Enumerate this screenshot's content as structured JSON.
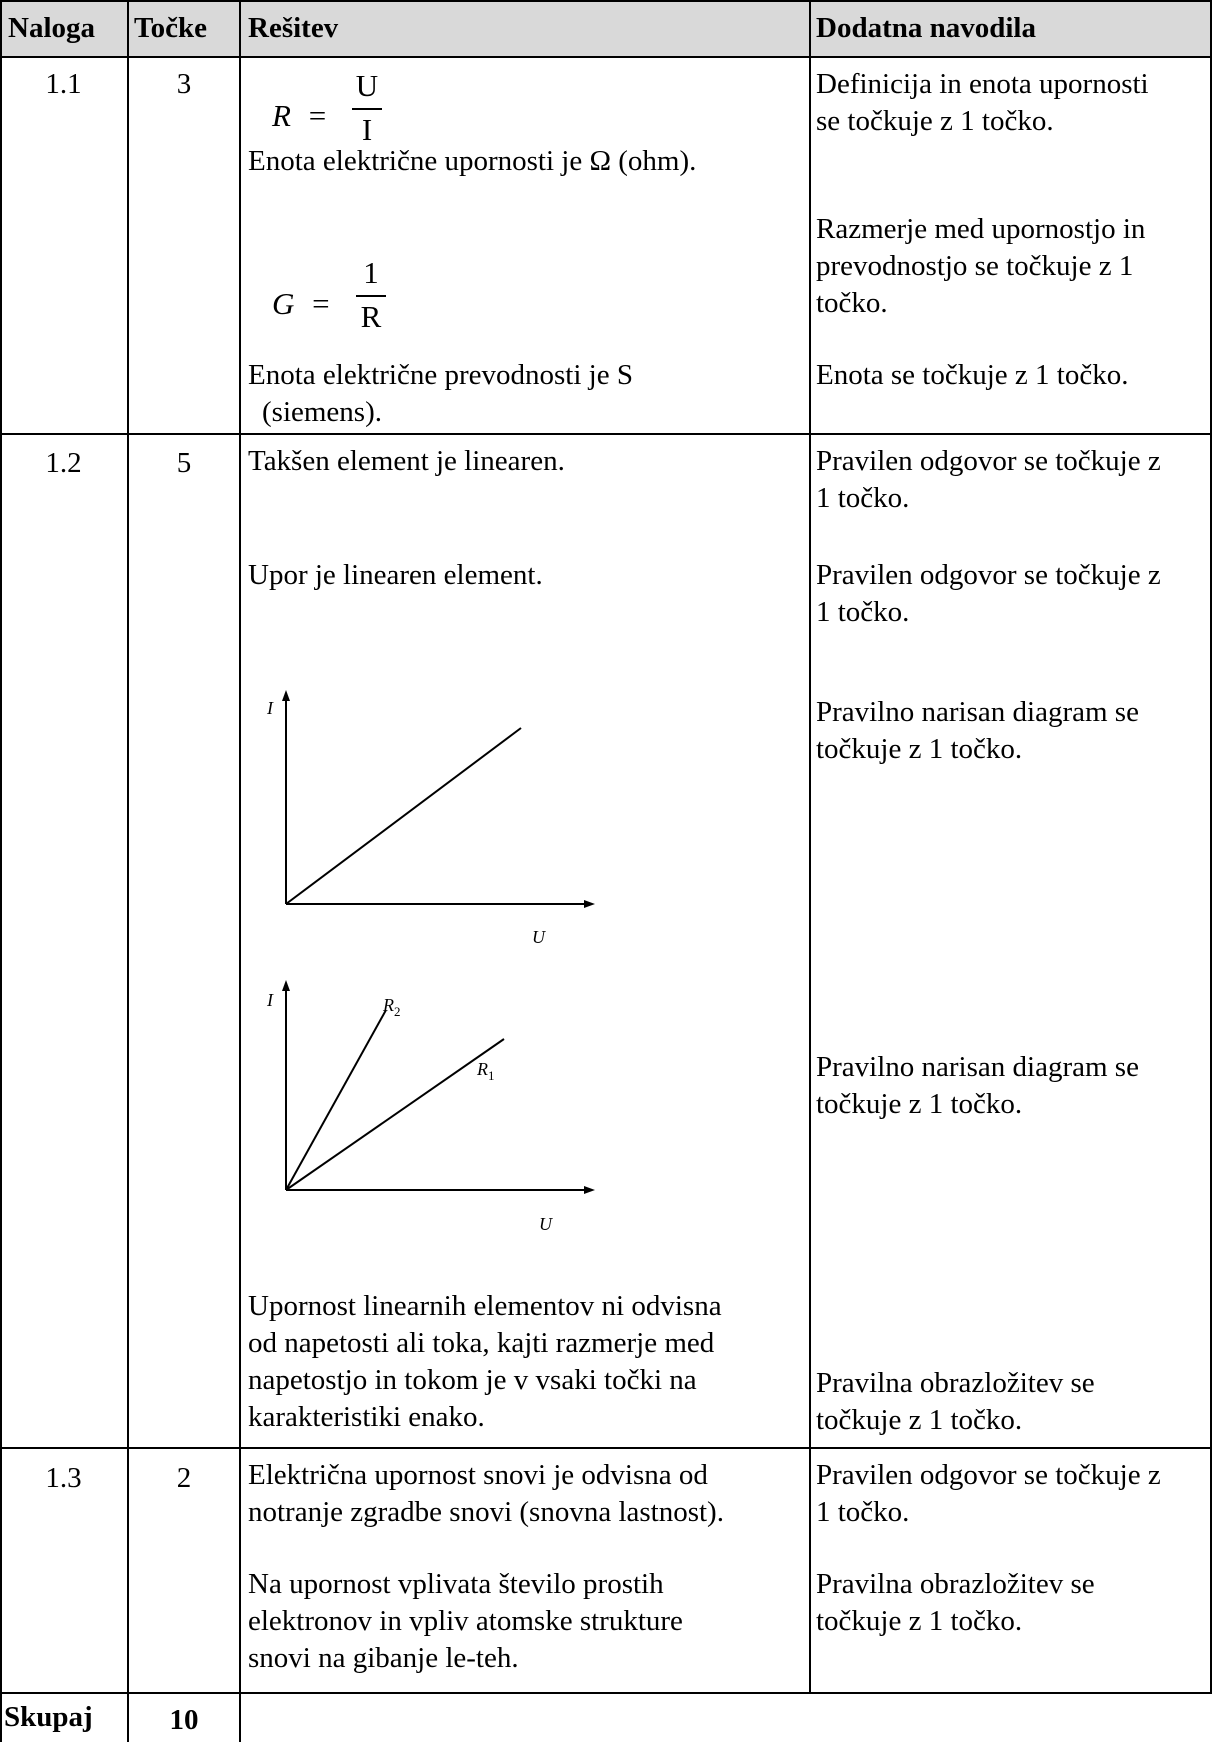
{
  "table": {
    "headers": {
      "task": "Naloga",
      "points": "Točke",
      "solution": "Rešitev",
      "notes": "Dodatna navodila"
    },
    "rows": [
      {
        "task": "1.1",
        "points": "3",
        "formula_r": {
          "lhs": "R",
          "eq": "=",
          "num": "U",
          "den": "I"
        },
        "sol_1": "Enota električne upornosti je Ω (ohm).",
        "formula_g": {
          "lhs": "G",
          "eq": "=",
          "num": "1",
          "den": "R"
        },
        "sol_2_line1": "Enota električne prevodnosti je S",
        "sol_2_line2": "(siemens).",
        "note_1_line1": "Definicija in enota upornosti",
        "note_1_line2": "se točkuje z 1 točko.",
        "note_2_line1": "Razmerje med upornostjo in",
        "note_2_line2": "prevodnostjo se točkuje z 1",
        "note_2_line3": "točko.",
        "note_3": "Enota se točkuje z 1 točko."
      },
      {
        "task": "1.2",
        "points": "5",
        "sol_1": "Takšen element je linearen.",
        "sol_2": "Upor je linearen element.",
        "diagram_1": {
          "y_label": "I",
          "x_label": "U"
        },
        "diagram_2": {
          "y_label": "I",
          "x_label": "U",
          "line_a": "R",
          "line_a_sub": "2",
          "line_b": "R",
          "line_b_sub": "1"
        },
        "sol_3_line1": "Upornost linearnih elementov ni odvisna",
        "sol_3_line2": "od napetosti ali toka, kajti razmerje med",
        "sol_3_line3": "napetostjo in tokom je v vsaki točki na",
        "sol_3_line4": "karakteristiki enako.",
        "note_1_line1": "Pravilen odgovor se točkuje z",
        "note_1_line2": "1 točko.",
        "note_2_line1": "Pravilen odgovor se točkuje z",
        "note_2_line2": "1 točko.",
        "note_3_line1": "Pravilno narisan diagram se",
        "note_3_line2": "točkuje z 1 točko.",
        "note_4_line1": "Pravilno narisan diagram se",
        "note_4_line2": "točkuje z 1 točko.",
        "note_5_line1": "Pravilna obrazložitev se",
        "note_5_line2": "točkuje z 1 točko."
      },
      {
        "task": "1.3",
        "points": "2",
        "sol_1_line1": "Električna upornost snovi je odvisna od",
        "sol_1_line2": "notranje zgradbe snovi (snovna lastnost).",
        "sol_2_line1": "Na upornost vplivata število prostih",
        "sol_2_line2": "elektronov in vpliv atomske strukture",
        "sol_2_line3": "snovi na gibanje le-teh.",
        "note_1_line1": "Pravilen odgovor se točkuje z",
        "note_1_line2": "1 točko.",
        "note_2_line1": "Pravilna obrazložitev se",
        "note_2_line2": "točkuje z 1 točko."
      }
    ],
    "total": {
      "label": "Skupaj",
      "points": "10"
    }
  }
}
